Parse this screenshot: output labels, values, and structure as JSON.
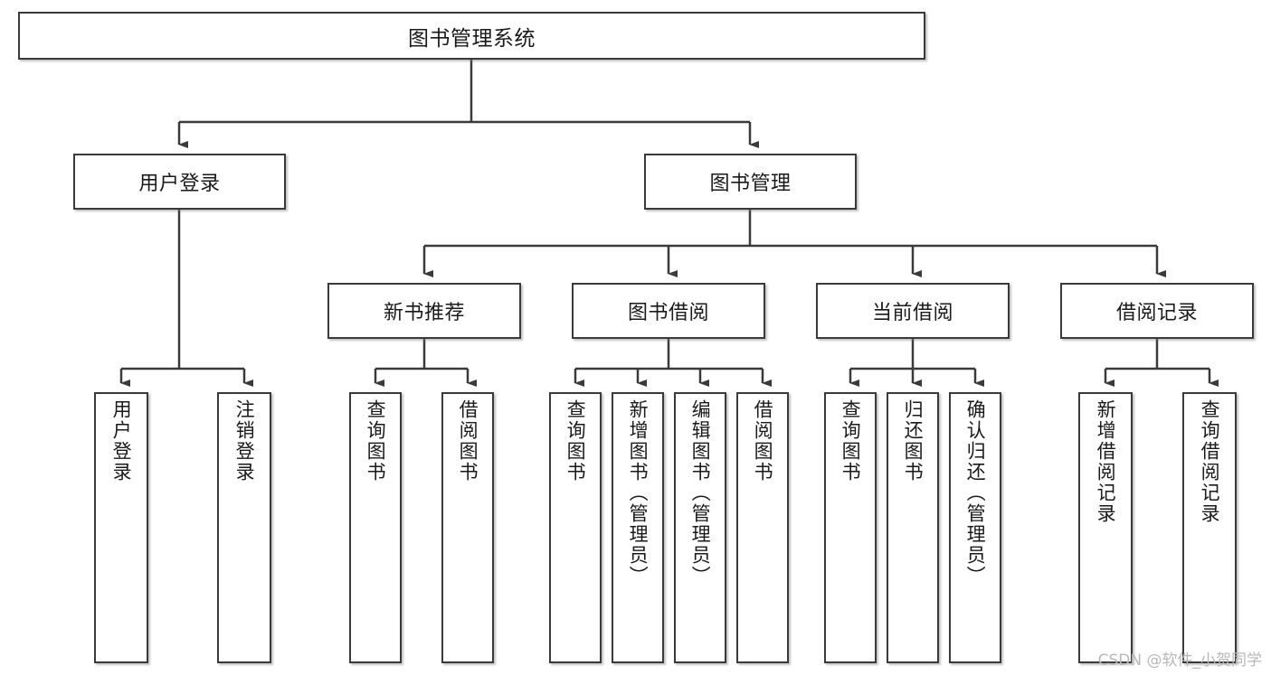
{
  "diagram": {
    "title": "图书管理系统",
    "watermark": "CSDN @软件_小贺同学",
    "theme": {
      "background": "#ffffff",
      "box_border": "#3a3a3a",
      "text": "#1a1a1a",
      "connector": "#3a3a3a",
      "watermark_color": "#b8b8b8"
    },
    "nodes": {
      "root": {
        "label": "图书管理系统"
      },
      "level2": [
        {
          "id": "user-login",
          "label": "用户登录"
        },
        {
          "id": "book-management",
          "label": "图书管理"
        }
      ],
      "level3": [
        {
          "id": "new-book-recommend",
          "label": "新书推荐"
        },
        {
          "id": "book-borrow",
          "label": "图书借阅"
        },
        {
          "id": "current-borrow",
          "label": "当前借阅"
        },
        {
          "id": "borrow-record",
          "label": "借阅记录"
        }
      ],
      "leaves": [
        {
          "id": "leaf-user-login",
          "label": "用户登录",
          "parent": "user-login"
        },
        {
          "id": "leaf-logout-login",
          "label": "注销登录",
          "parent": "user-login"
        },
        {
          "id": "leaf-query-book-1",
          "label": "查询图书",
          "parent": "new-book-recommend"
        },
        {
          "id": "leaf-borrow-book-1",
          "label": "借阅图书",
          "parent": "new-book-recommend"
        },
        {
          "id": "leaf-query-book-2",
          "label": "查询图书",
          "parent": "book-borrow"
        },
        {
          "id": "leaf-add-book",
          "label": "新增图书（管理员）",
          "parent": "book-borrow"
        },
        {
          "id": "leaf-edit-book",
          "label": "编辑图书（管理员）",
          "parent": "book-borrow"
        },
        {
          "id": "leaf-borrow-book-2",
          "label": "借阅图书",
          "parent": "book-borrow"
        },
        {
          "id": "leaf-query-book-3",
          "label": "查询图书",
          "parent": "current-borrow"
        },
        {
          "id": "leaf-return-book",
          "label": "归还图书",
          "parent": "current-borrow"
        },
        {
          "id": "leaf-confirm-return",
          "label": "确认归还（管理员）",
          "parent": "current-borrow"
        },
        {
          "id": "leaf-add-record",
          "label": "新增借阅记录",
          "parent": "borrow-record"
        },
        {
          "id": "leaf-query-record",
          "label": "查询借阅记录",
          "parent": "borrow-record"
        }
      ]
    }
  }
}
